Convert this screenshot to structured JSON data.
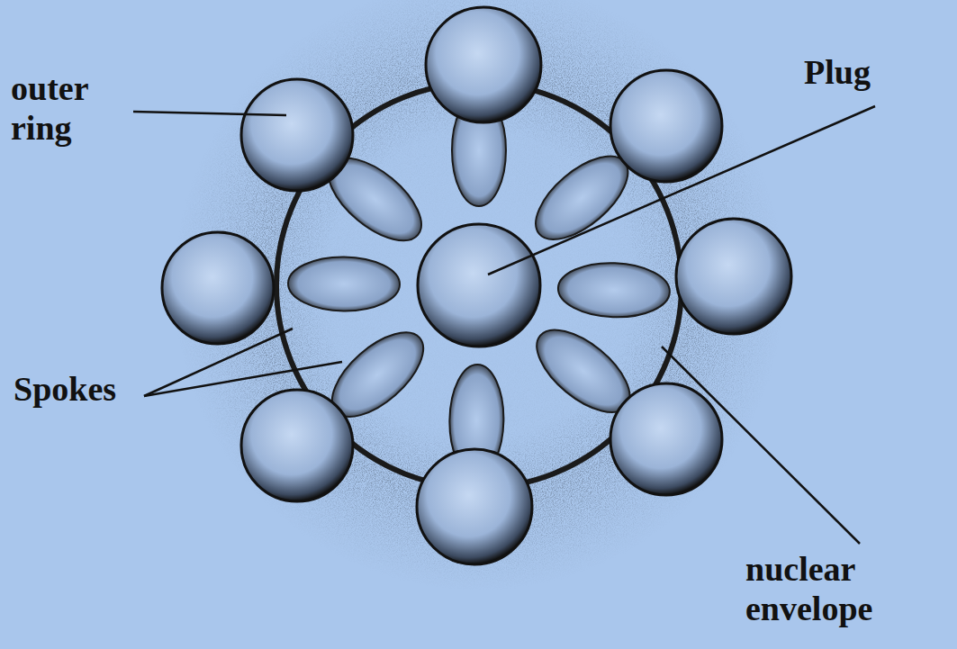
{
  "diagram": {
    "labels": [
      "outer ring",
      "Plug",
      "Spokes",
      "nuclear envelope"
    ]
  }
}
